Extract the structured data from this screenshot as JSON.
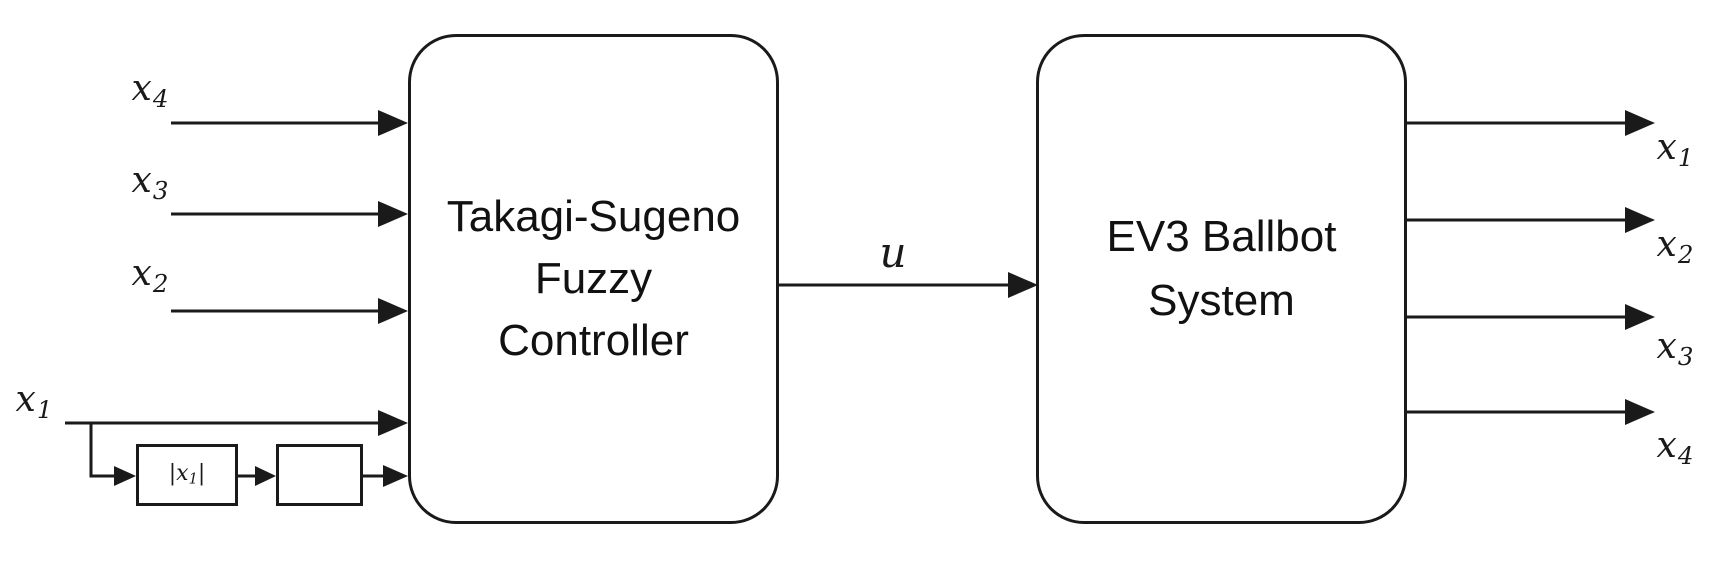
{
  "diagram": {
    "controller_block": {
      "line1": "Takagi-Sugeno",
      "line2": "Fuzzy",
      "line3": "Controller"
    },
    "plant_block": {
      "line1": "EV3 Ballbot",
      "line2": "System"
    },
    "control_signal": {
      "base": "u"
    },
    "inputs": [
      {
        "base": "x",
        "sub": "4"
      },
      {
        "base": "x",
        "sub": "3"
      },
      {
        "base": "x",
        "sub": "2"
      },
      {
        "base": "x",
        "sub": "1"
      }
    ],
    "outputs": [
      {
        "base": "x",
        "sub": "1"
      },
      {
        "base": "x",
        "sub": "2"
      },
      {
        "base": "x",
        "sub": "3"
      },
      {
        "base": "x",
        "sub": "4"
      }
    ],
    "abs_block": {
      "pre": "|",
      "base": "x",
      "sub": "1",
      "post": "|"
    },
    "icons": {
      "saturation": "saturation-curve-icon"
    },
    "colors": {
      "line": "#1a1a1a",
      "background": "#ffffff"
    }
  }
}
